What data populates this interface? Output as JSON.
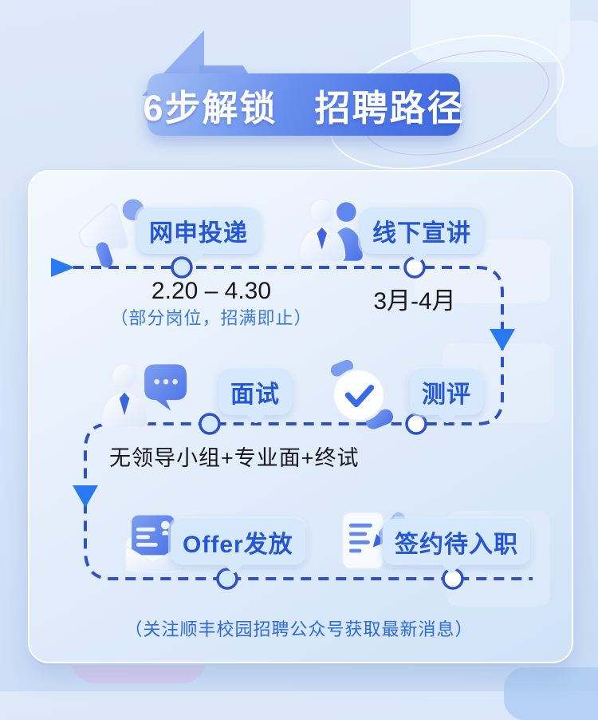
{
  "banner": {
    "title": "6步解锁　招聘路径"
  },
  "steps": [
    {
      "label": "网申投递",
      "icon": "megaphone-icon",
      "date": "2.20 – 4.30",
      "date_note": "（部分岗位，招满即止）"
    },
    {
      "label": "线下宣讲",
      "icon": "audience-people-icon",
      "date": "3月-4月"
    },
    {
      "label": "面试",
      "icon": "interview-chat-icon",
      "detail": "无领导小组+专业面+终试"
    },
    {
      "label": "测评",
      "icon": "timer-check-icon"
    },
    {
      "label": "Offer发放",
      "icon": "offer-envelope-icon"
    },
    {
      "label": "签约待入职",
      "icon": "contract-pen-icon"
    }
  ],
  "footer": {
    "note": "（关注顺丰校园招聘公众号获取最新消息）"
  },
  "colors": {
    "line": "#2e50c8",
    "arrow": "#2979f2",
    "node_fill": "#d3e9fc",
    "label_text": "#2456d6",
    "bubble_bg": "#d6e9fc",
    "banner_from": "#a3bff4",
    "banner_to": "#3f68dd"
  }
}
